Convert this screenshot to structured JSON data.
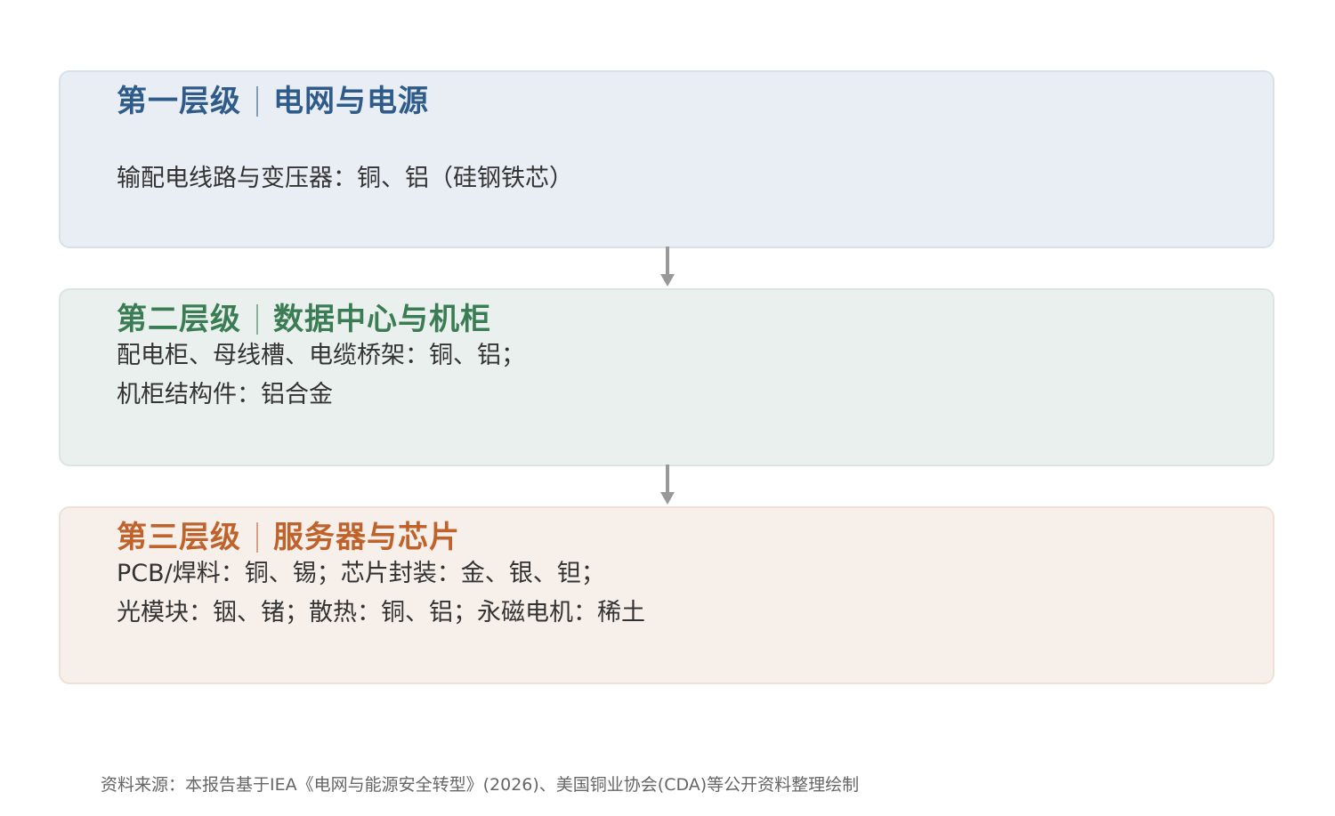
{
  "tiers": [
    {
      "level": "第一层级",
      "name": "电网与电源",
      "lines": [
        "输配电线路与变压器：铜、铝（硅钢铁芯）"
      ]
    },
    {
      "level": "第二层级",
      "name": "数据中心与机柜",
      "lines": [
        "配电柜、母线槽、电缆桥架：铜、铝；",
        "机柜结构件：铝合金"
      ]
    },
    {
      "level": "第三层级",
      "name": "服务器与芯片",
      "lines": [
        "PCB/焊料：铜、锡；芯片封装：金、银、钽；",
        "光模块：铟、锗；散热：铜、铝；永磁电机：稀土"
      ]
    }
  ],
  "source": "资料来源：本报告基于IEA《电网与能源安全转型》(2026)、美国铜业协会(CDA)等公开资料整理绘制",
  "colors": {
    "tier1_accent": "#2e5b89",
    "tier2_accent": "#3a7d55",
    "tier3_accent": "#c0622c",
    "arrow": "#999999"
  }
}
